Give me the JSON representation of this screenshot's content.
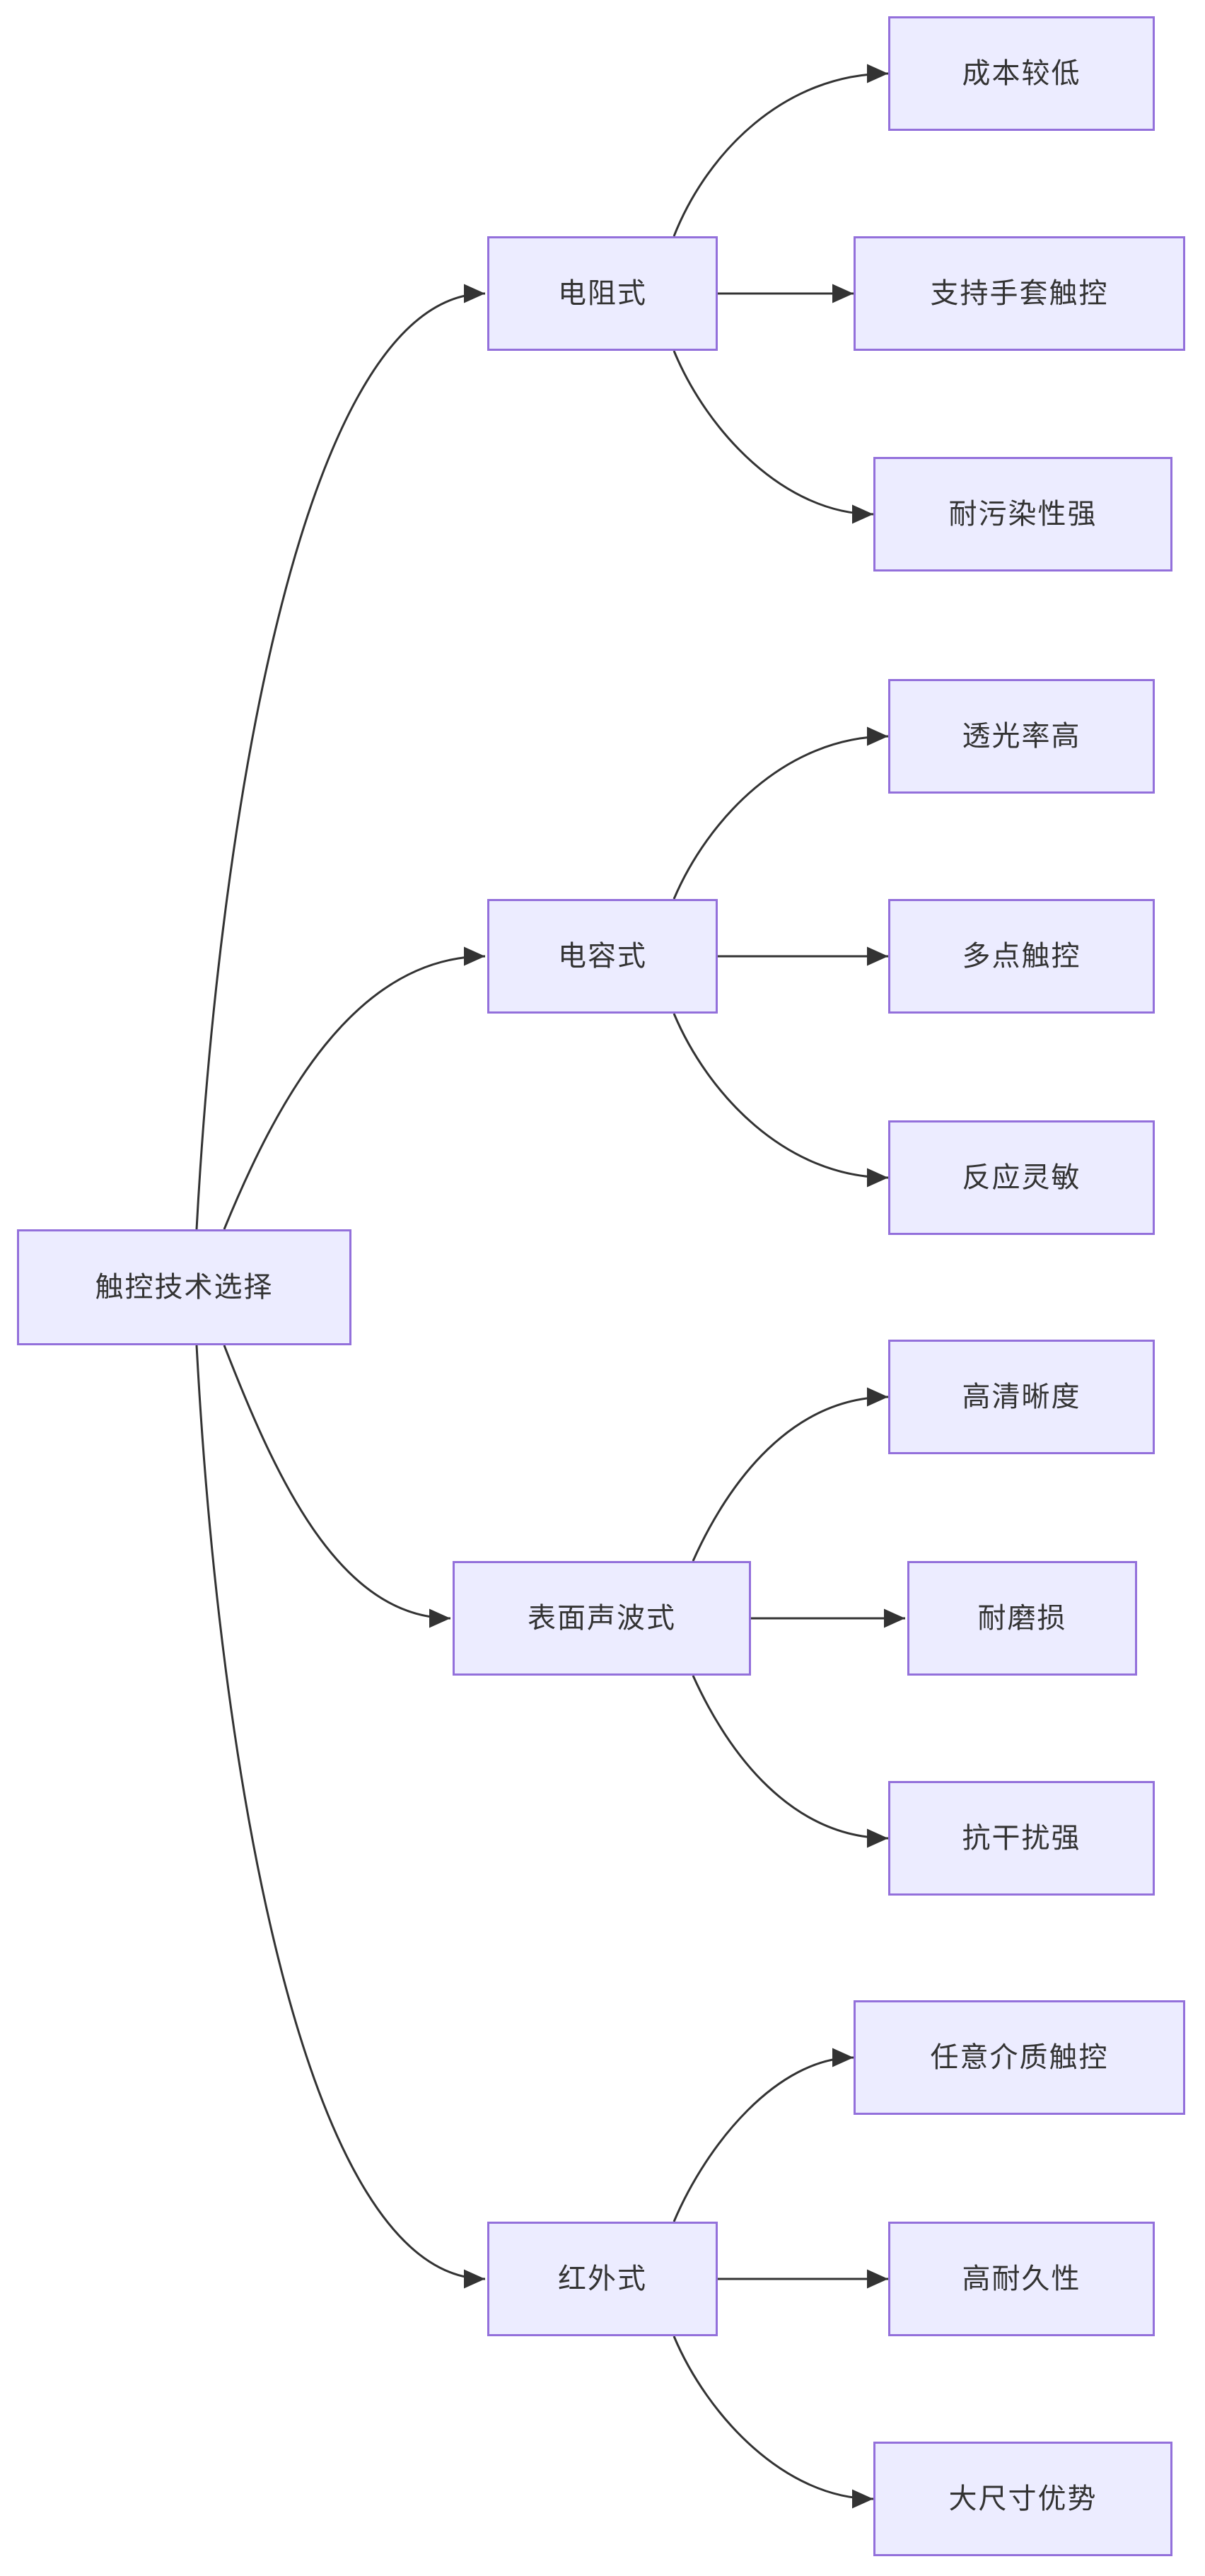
{
  "diagram": {
    "type": "flowchart-LR",
    "root": {
      "label": "触控技术选择"
    },
    "branches": [
      {
        "label": "电阻式",
        "children": [
          {
            "label": "成本较低"
          },
          {
            "label": "支持手套触控"
          },
          {
            "label": "耐污染性强"
          }
        ]
      },
      {
        "label": "电容式",
        "children": [
          {
            "label": "透光率高"
          },
          {
            "label": "多点触控"
          },
          {
            "label": "反应灵敏"
          }
        ]
      },
      {
        "label": "表面声波式",
        "children": [
          {
            "label": "高清晰度"
          },
          {
            "label": "耐磨损"
          },
          {
            "label": "抗干扰强"
          }
        ]
      },
      {
        "label": "红外式",
        "children": [
          {
            "label": "任意介质触控"
          },
          {
            "label": "高耐久性"
          },
          {
            "label": "大尺寸优势"
          }
        ]
      }
    ],
    "colors": {
      "node_fill": "#ECECFF",
      "node_border": "#9370DB",
      "edge": "#333333",
      "text": "#333333",
      "background": "#FFFFFF"
    }
  }
}
